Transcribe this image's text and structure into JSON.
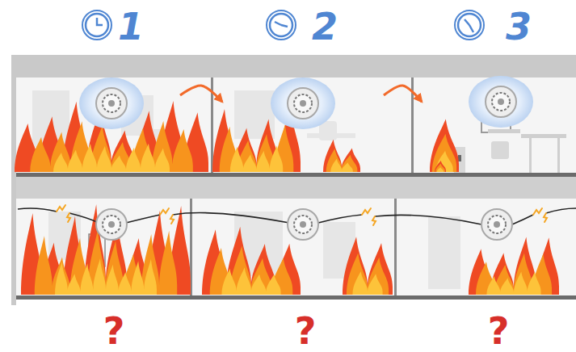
{
  "diagram": {
    "nodes": [
      {
        "text": [
          "1"
        ]
      },
      {
        "text": [
          "2"
        ]
      },
      {
        "text": [
          "3"
        ]
      },
      {
        "text": [
          "?"
        ]
      },
      {
        "text": [
          "?"
        ]
      },
      {
        "text": [
          "?"
        ]
      }
    ],
    "edges": [
      {
        "from": 0,
        "to": 1,
        "arrow": "to"
      },
      {
        "from": 1,
        "to": 2,
        "arrow": "to"
      }
    ]
  }
}
